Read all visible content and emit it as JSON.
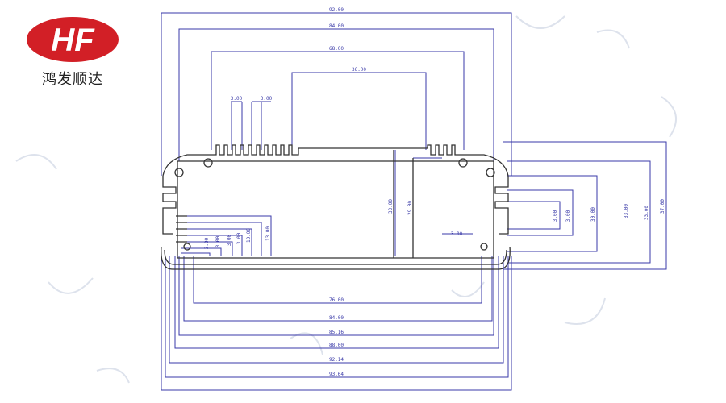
{
  "brand": {
    "logo_text": "HF",
    "caption": "鸿发顺达",
    "colors": {
      "logo_red": "#d21f26",
      "logo_text": "#ffffff"
    }
  },
  "drawing": {
    "colors": {
      "outline": "#333333",
      "dimension": "#3a3aa8",
      "watermark": "#cfd6e4"
    },
    "top_dimensions": [
      "92.00",
      "84.00",
      "68.00",
      "36.00",
      "3.00",
      "3.00"
    ],
    "bottom_dimensions": [
      "76.00",
      "84.00",
      "85.16",
      "88.00",
      "92.14",
      "93.64"
    ],
    "right_dimensions": [
      "3.00",
      "3.00",
      "30.00",
      "33.00",
      "33.00",
      "37.00"
    ],
    "inner_vertical_dimensions": [
      "33.00",
      "29.00"
    ],
    "fin_dimensions": [
      "3.00",
      "3.00",
      "3.00",
      "3.00",
      "10.00",
      "13.00"
    ],
    "angle_label": "3.00"
  }
}
